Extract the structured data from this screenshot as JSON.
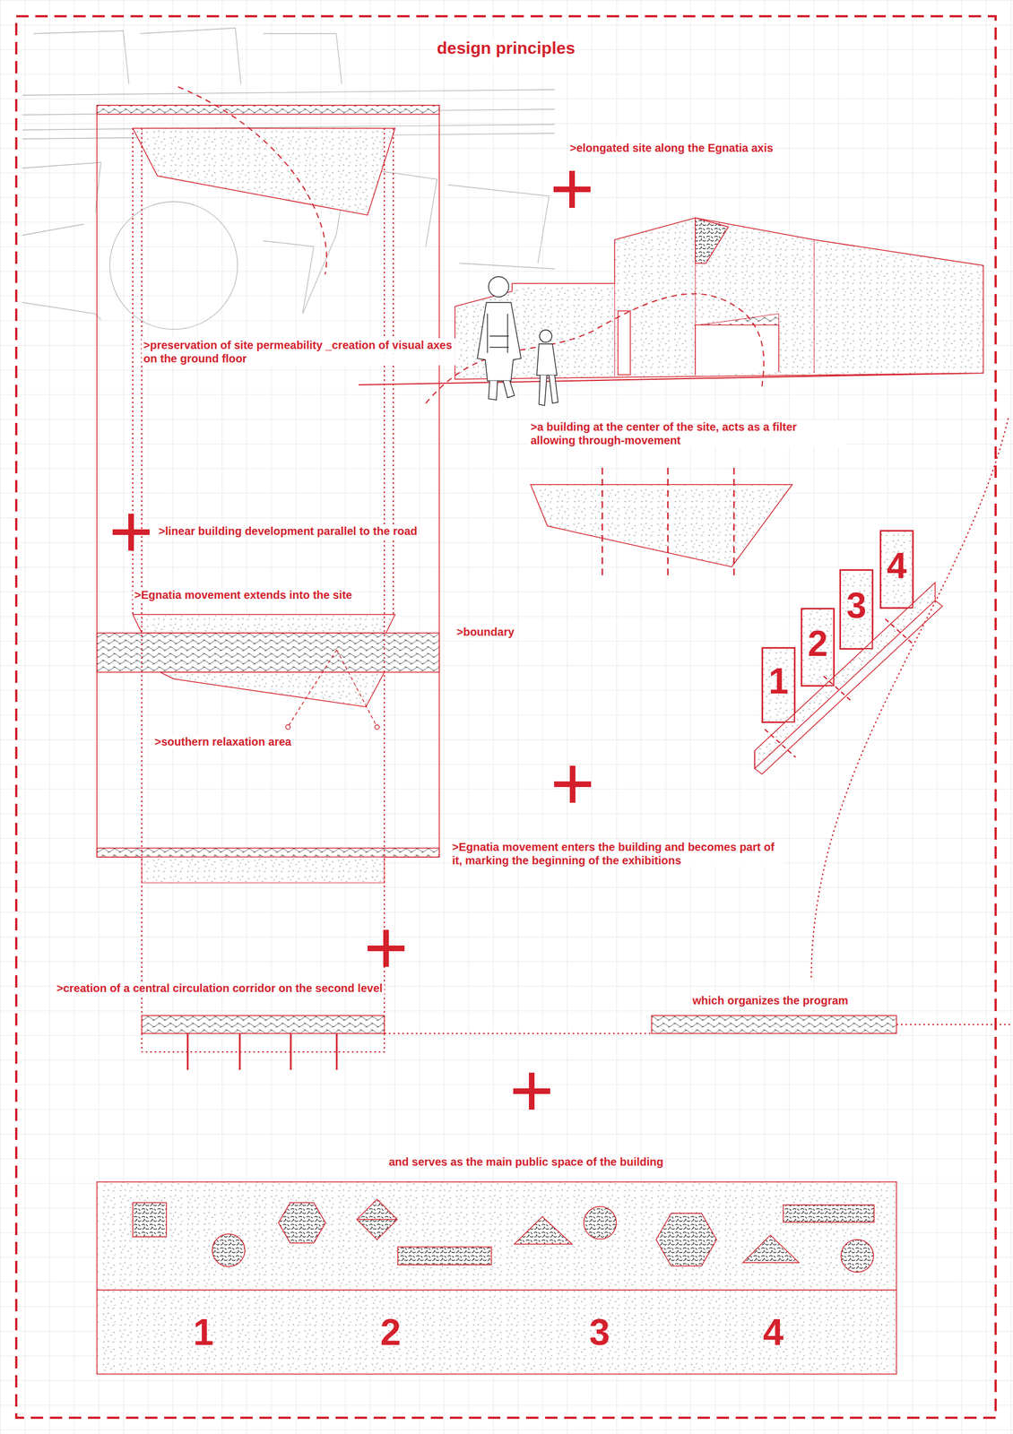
{
  "diagram": {
    "title": "design principles",
    "nodes": [
      {
        "text": [
          "1"
        ]
      },
      {
        "text": [
          "2"
        ]
      },
      {
        "text": [
          "3"
        ]
      },
      {
        "text": [
          "4"
        ]
      }
    ],
    "labels": [
      ">elongated site along the Egnatia axis",
      ">preservation of site permeability _creation of visual axes on the ground floor",
      ">a building at the center of the site, acts as a filter allowing through-movement",
      ">linear building development parallel to the road",
      ">Egnatia movement extends into the site",
      ">boundary",
      ">southern relaxation area",
      ">Egnatia movement enters the building and becomes part of it, marking the beginning of the exhibitions",
      ">creation of a central circulation corridor on the second level",
      "which organizes the program",
      "and serves as the main public space of the building",
      "1",
      "2",
      "3",
      "4"
    ]
  }
}
